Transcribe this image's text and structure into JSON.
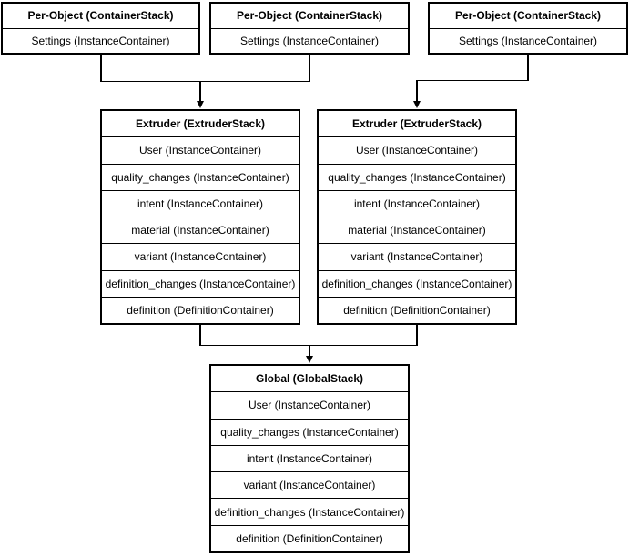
{
  "diagram": {
    "per_object_stacks": [
      {
        "title": "Per-Object (ContainerStack)",
        "rows": [
          "Settings (InstanceContainer)"
        ]
      },
      {
        "title": "Per-Object (ContainerStack)",
        "rows": [
          "Settings (InstanceContainer)"
        ]
      },
      {
        "title": "Per-Object (ContainerStack)",
        "rows": [
          "Settings (InstanceContainer)"
        ]
      }
    ],
    "extruder_stacks": [
      {
        "title": "Extruder (ExtruderStack)",
        "rows": [
          "User (InstanceContainer)",
          "quality_changes (InstanceContainer)",
          "intent (InstanceContainer)",
          "material (InstanceContainer)",
          "variant (InstanceContainer)",
          "definition_changes (InstanceContainer)",
          "definition (DefinitionContainer)"
        ]
      },
      {
        "title": "Extruder (ExtruderStack)",
        "rows": [
          "User (InstanceContainer)",
          "quality_changes (InstanceContainer)",
          "intent (InstanceContainer)",
          "material (InstanceContainer)",
          "variant (InstanceContainer)",
          "definition_changes (InstanceContainer)",
          "definition (DefinitionContainer)"
        ]
      }
    ],
    "global_stack": {
      "title": "Global (GlobalStack)",
      "rows": [
        "User (InstanceContainer)",
        "quality_changes (InstanceContainer)",
        "intent (InstanceContainer)",
        "variant (InstanceContainer)",
        "definition_changes (InstanceContainer)",
        "definition (DefinitionContainer)"
      ]
    },
    "colors": {
      "border": "#000000",
      "fill": "#ffffff",
      "text": "#000000"
    }
  }
}
